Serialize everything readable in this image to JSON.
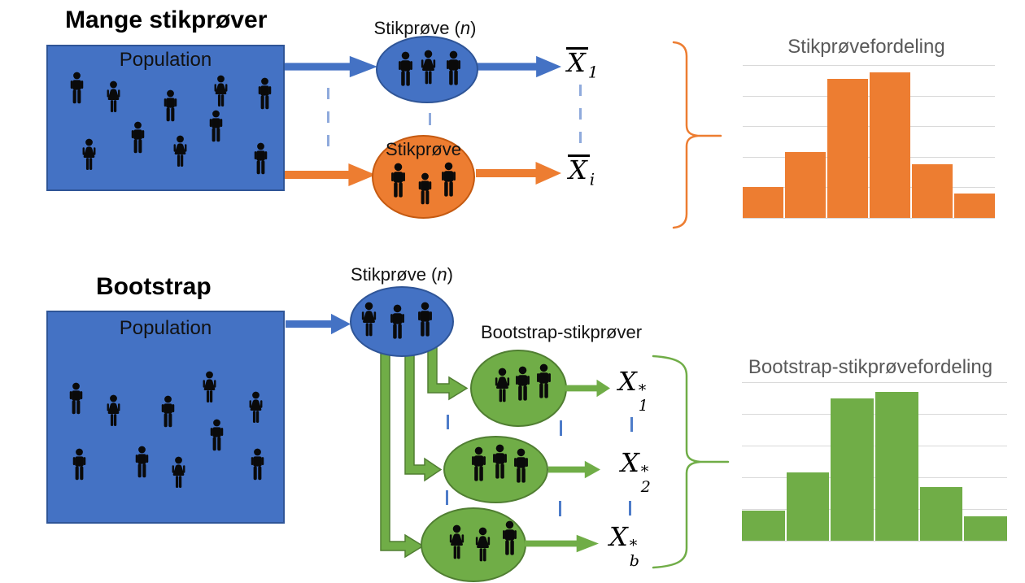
{
  "colors": {
    "blue": "#4472C4",
    "blue_border": "#2F5597",
    "orange": "#ED7D31",
    "orange_border": "#C55A11",
    "green": "#70AD47",
    "green_border": "#507E32",
    "chart_title_gray": "#595959",
    "gridline_gray": "#D9D9D9",
    "dash_blue_light": "#8FAADC",
    "dash_blue": "#4E7CC9",
    "person_black": "#0a0a0a"
  },
  "icons": [
    "man-icon",
    "woman-icon",
    "arrow-right-icon",
    "curly-brace-icon"
  ],
  "top_section": {
    "title": "Mange stikprøver",
    "population_label": "Population",
    "population_people": [
      "man",
      "woman",
      "man",
      "woman",
      "man",
      "woman",
      "man",
      "woman",
      "man",
      "man"
    ],
    "sample_n_label": {
      "prefix": "Stikprøve (",
      "var": "n",
      "suffix": ")"
    },
    "sample_people": [
      "man",
      "woman",
      "man"
    ],
    "sample_i_label": "Stikprøve",
    "sample_i_people": [
      "man",
      "man",
      "man"
    ],
    "xbar1": {
      "base": "X",
      "sub": "1"
    },
    "xbari": {
      "base": "X",
      "sub": "i"
    }
  },
  "bottom_section": {
    "title": "Bootstrap",
    "population_label": "Population",
    "population_people": [
      "man",
      "woman",
      "man",
      "woman",
      "woman",
      "man",
      "man",
      "woman",
      "man",
      "man"
    ],
    "sample_n_label": {
      "prefix": "Stikprøve (",
      "var": "n",
      "suffix": ")"
    },
    "sample_people": [
      "woman",
      "man",
      "man"
    ],
    "bootstrap_samples_label": "Bootstrap-stikprøver",
    "bootstrap_sample_1_people": [
      "woman",
      "man",
      "man"
    ],
    "bootstrap_sample_2_people": [
      "man",
      "man",
      "man"
    ],
    "bootstrap_sample_b_people": [
      "woman",
      "woman",
      "man"
    ],
    "x1": {
      "base": "X",
      "sup": "*",
      "sub": "1"
    },
    "x2": {
      "base": "X",
      "sup": "*",
      "sub": "2"
    },
    "xb": {
      "base": "X",
      "sup": "*",
      "sub": "b"
    }
  },
  "chart_data": [
    {
      "type": "bar",
      "title": "Stikprøvefordeling",
      "n_bins": 6,
      "values": [
        1.0,
        2.15,
        4.55,
        4.75,
        1.75,
        0.8
      ],
      "xlabel": "",
      "ylabel": "",
      "ylim": [
        0,
        5
      ],
      "grid": true,
      "x_ticks_visible": false,
      "y_ticks_visible": false,
      "legend": "none",
      "color": "#ED7D31"
    },
    {
      "type": "bar",
      "title": "Bootstrap-stikprøvefordeling",
      "n_bins": 6,
      "values": [
        0.95,
        2.15,
        4.5,
        4.7,
        1.7,
        0.78
      ],
      "xlabel": "",
      "ylabel": "",
      "ylim": [
        0,
        5
      ],
      "grid": true,
      "x_ticks_visible": false,
      "y_ticks_visible": false,
      "legend": "none",
      "color": "#70AD47"
    }
  ]
}
